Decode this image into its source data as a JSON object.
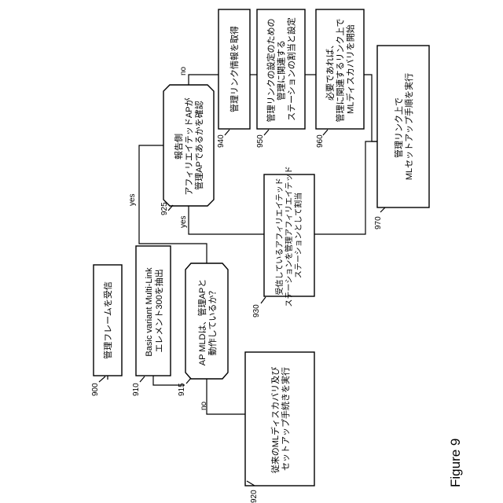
{
  "figure_label": "Figure 9",
  "nodes": {
    "n900": {
      "ref": "900",
      "lines": [
        "管理フレームを受信"
      ]
    },
    "n910": {
      "ref": "910",
      "lines": [
        "Basic variant Multi-Link",
        "エレメント300を抽出"
      ]
    },
    "n915": {
      "ref": "915",
      "lines": [
        "AP MLDは、管理APと",
        "動作しているか？"
      ]
    },
    "n920": {
      "ref": "920",
      "lines": [
        "従来のMLディスカバリ及び",
        "セットアップ手続きを実行"
      ]
    },
    "n925": {
      "ref": "925",
      "lines": [
        "報告側",
        "アフィリエイテッドAPが",
        "管理APであるかを確認"
      ]
    },
    "n930": {
      "ref": "930",
      "lines": [
        "受信しているアフィリエイテッド",
        "ステーションを管理アフィリエイテッド",
        "ステーションとして割当"
      ]
    },
    "n940": {
      "ref": "940",
      "lines": [
        "管理リンク情報を取得"
      ]
    },
    "n950": {
      "ref": "950",
      "lines": [
        "管理リンクの設定のための",
        "管理に関連する",
        "ステーションの割当と設定"
      ]
    },
    "n960": {
      "ref": "960",
      "lines": [
        "必要であれば、",
        "管理に関連するリンク上で",
        "MLディスカバリを開始"
      ]
    },
    "n970": {
      "ref": "970",
      "lines": [
        "管理リンク上で",
        "MLセットアップ手順を実行"
      ]
    }
  },
  "edges": {
    "e915_925": "yes",
    "e915_920": "no",
    "e925_930": "yes",
    "e925_940": "no"
  }
}
